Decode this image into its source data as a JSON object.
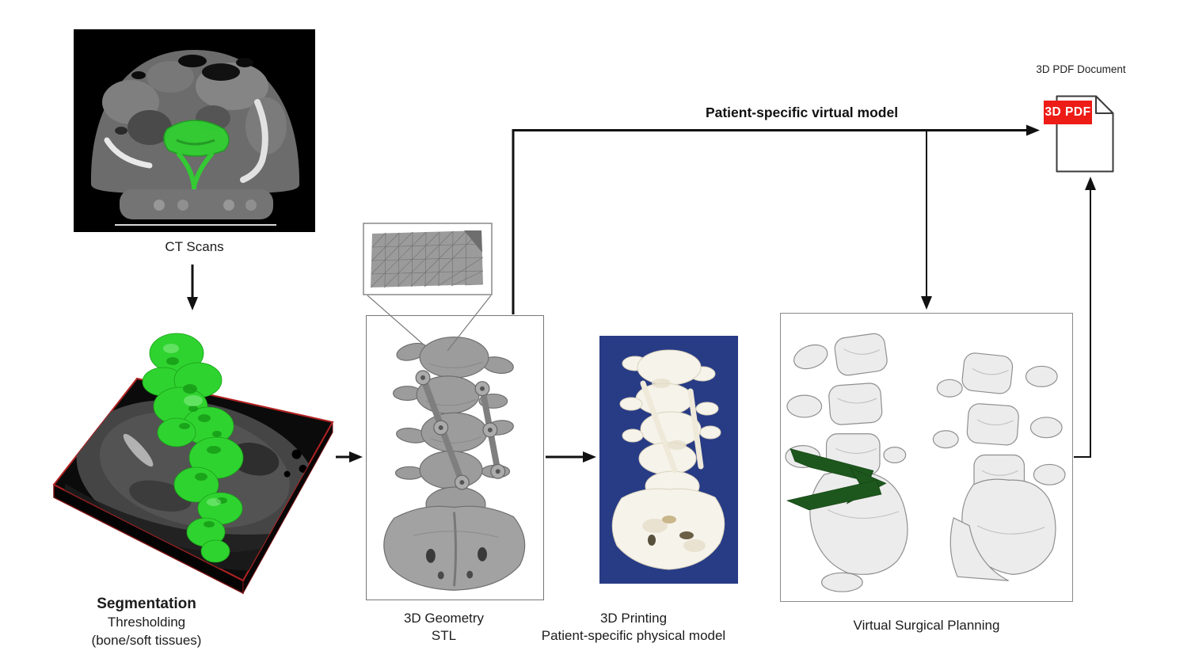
{
  "diagram": {
    "ct": {
      "label": "CT Scans"
    },
    "segmentation": {
      "title": "Segmentation",
      "line1": "Thresholding",
      "line2": "(bone/soft tissues)"
    },
    "geometry": {
      "line1": "3D Geometry",
      "line2": "STL"
    },
    "printing": {
      "line1": "3D Printing",
      "line2": "Patient-specific physical  model"
    },
    "vsp": {
      "label": "Virtual Surgical Planning"
    },
    "pdf": {
      "title": "3D PDF Document",
      "badge": "3D PDF"
    },
    "flow": {
      "virtual_model_label": "Patient-specific virtual model"
    }
  },
  "colors": {
    "segmentation_green": "#2fd32f",
    "planning_green": "#1d571d",
    "pdf_badge_red": "#ed1c16",
    "photo_background_blue": "#2b3f8d",
    "slab_edge_red": "#b22222",
    "arrow_black": "#111111"
  }
}
